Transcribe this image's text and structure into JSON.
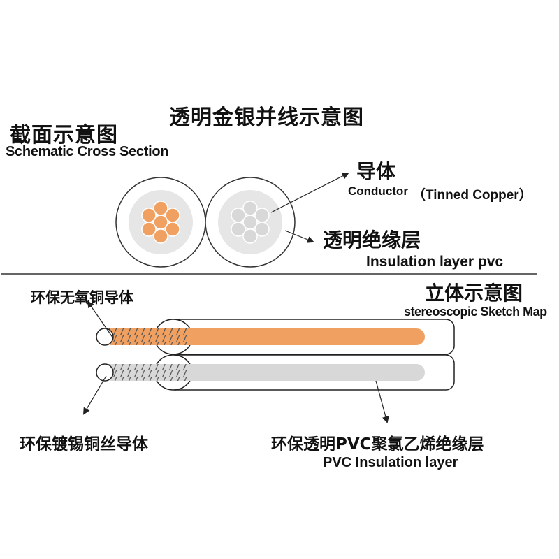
{
  "title": "透明金银并线示意图",
  "cross_section": {
    "label_zh": "截面示意图",
    "label_en": "Schematic Cross Section"
  },
  "conductor": {
    "label_zh": "导体",
    "label_en": "Conductor",
    "material": "（Tinned Copper）"
  },
  "insulation": {
    "label_zh": "透明绝缘层",
    "label_en": "Insulation layer pvc"
  },
  "stereo": {
    "label_zh": "立体示意图",
    "label_en": "stereoscopic Sketch Map"
  },
  "copper_conductor_label": "环保无氧铜导体",
  "tinned_conductor_label": "环保镀锡铜丝导体",
  "pvc_layer": {
    "label_zh": "环保透明PVC聚氯乙烯绝缘层",
    "label_en": "PVC Insulation layer"
  },
  "colors": {
    "copper": "#f0a060",
    "tinned": "#d8d8d8",
    "insulation_ring": "#e6e6e6",
    "line": "#222222"
  }
}
